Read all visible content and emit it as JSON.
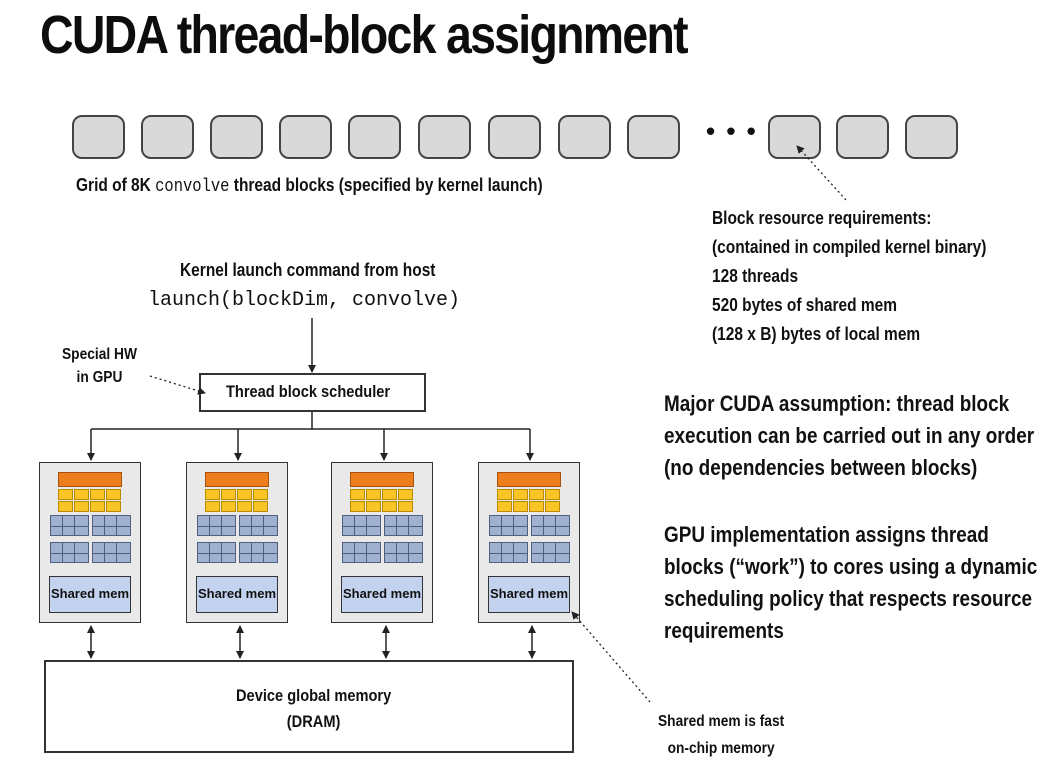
{
  "title": "CUDA thread-block assignment",
  "grid": {
    "block_count_shown": 12,
    "ellipsis": "• • •",
    "caption_prefix": "Grid of 8K",
    "caption_code": "convolve",
    "caption_suffix": "thread blocks (specified by kernel launch)"
  },
  "requirements": {
    "lines": [
      "Block resource requirements:",
      "(contained in compiled kernel binary)",
      "128 threads",
      "520 bytes of shared mem",
      "(128 x B) bytes of local mem"
    ]
  },
  "launch": {
    "caption": "Kernel launch command from host",
    "code": "launch(blockDim, convolve)"
  },
  "special_hw": [
    "Special HW",
    "in GPU"
  ],
  "scheduler": {
    "label": "Thread block scheduler"
  },
  "cores": [
    {
      "mem_label": "Shared mem"
    },
    {
      "mem_label": "Shared mem"
    },
    {
      "mem_label": "Shared mem"
    },
    {
      "mem_label": "Shared mem"
    }
  ],
  "device_memory": {
    "line1": "Device global memory",
    "line2": "(DRAM)"
  },
  "assumption": {
    "lines": [
      "Major CUDA assumption: thread block",
      "execution can be carried out in any order",
      "(no dependencies between blocks)"
    ]
  },
  "implementation": {
    "lines": [
      "GPU implementation assigns thread",
      "blocks (“work”) to cores using a dynamic",
      "scheduling policy that respects resource",
      "requirements"
    ]
  },
  "shared_note": [
    "Shared mem is fast",
    "on-chip memory"
  ],
  "colors": {
    "block_fill": "#d9d9d9",
    "core_fetch": "#ee7d1d",
    "core_alu": "#f8c426",
    "core_vector": "#9fb1cf",
    "shared_mem": "#c3d3ef"
  }
}
